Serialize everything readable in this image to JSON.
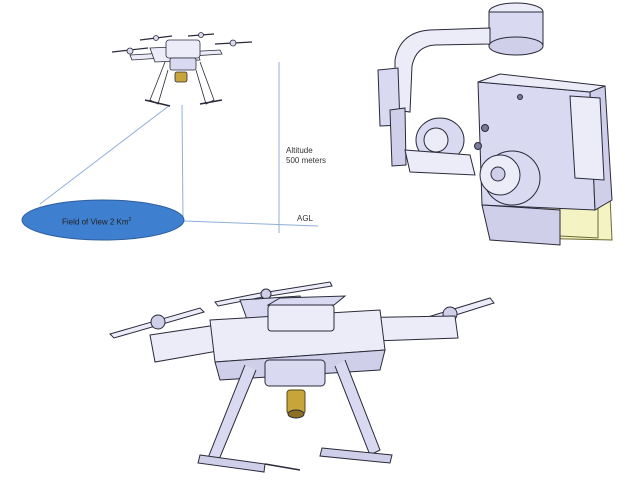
{
  "labels": {
    "field_of_view": "Field of View 2 Km",
    "field_of_view_sup": "2",
    "altitude_line1": "Altitude",
    "altitude_line2": "500 meters",
    "agl": "AGL"
  },
  "colors": {
    "ellipse_fill": "#3f7fcf",
    "ellipse_stroke": "#2e5f9e",
    "line": "#8fb0d8",
    "body_fill": "#d9d9f2",
    "body_fill_light": "#ececf9",
    "stroke": "#2a2a3a",
    "gimbal_yellow": "#f3f3c4",
    "gimbal_yellow_stroke": "#6a6a30",
    "camera_gold": "#c8a53a"
  }
}
